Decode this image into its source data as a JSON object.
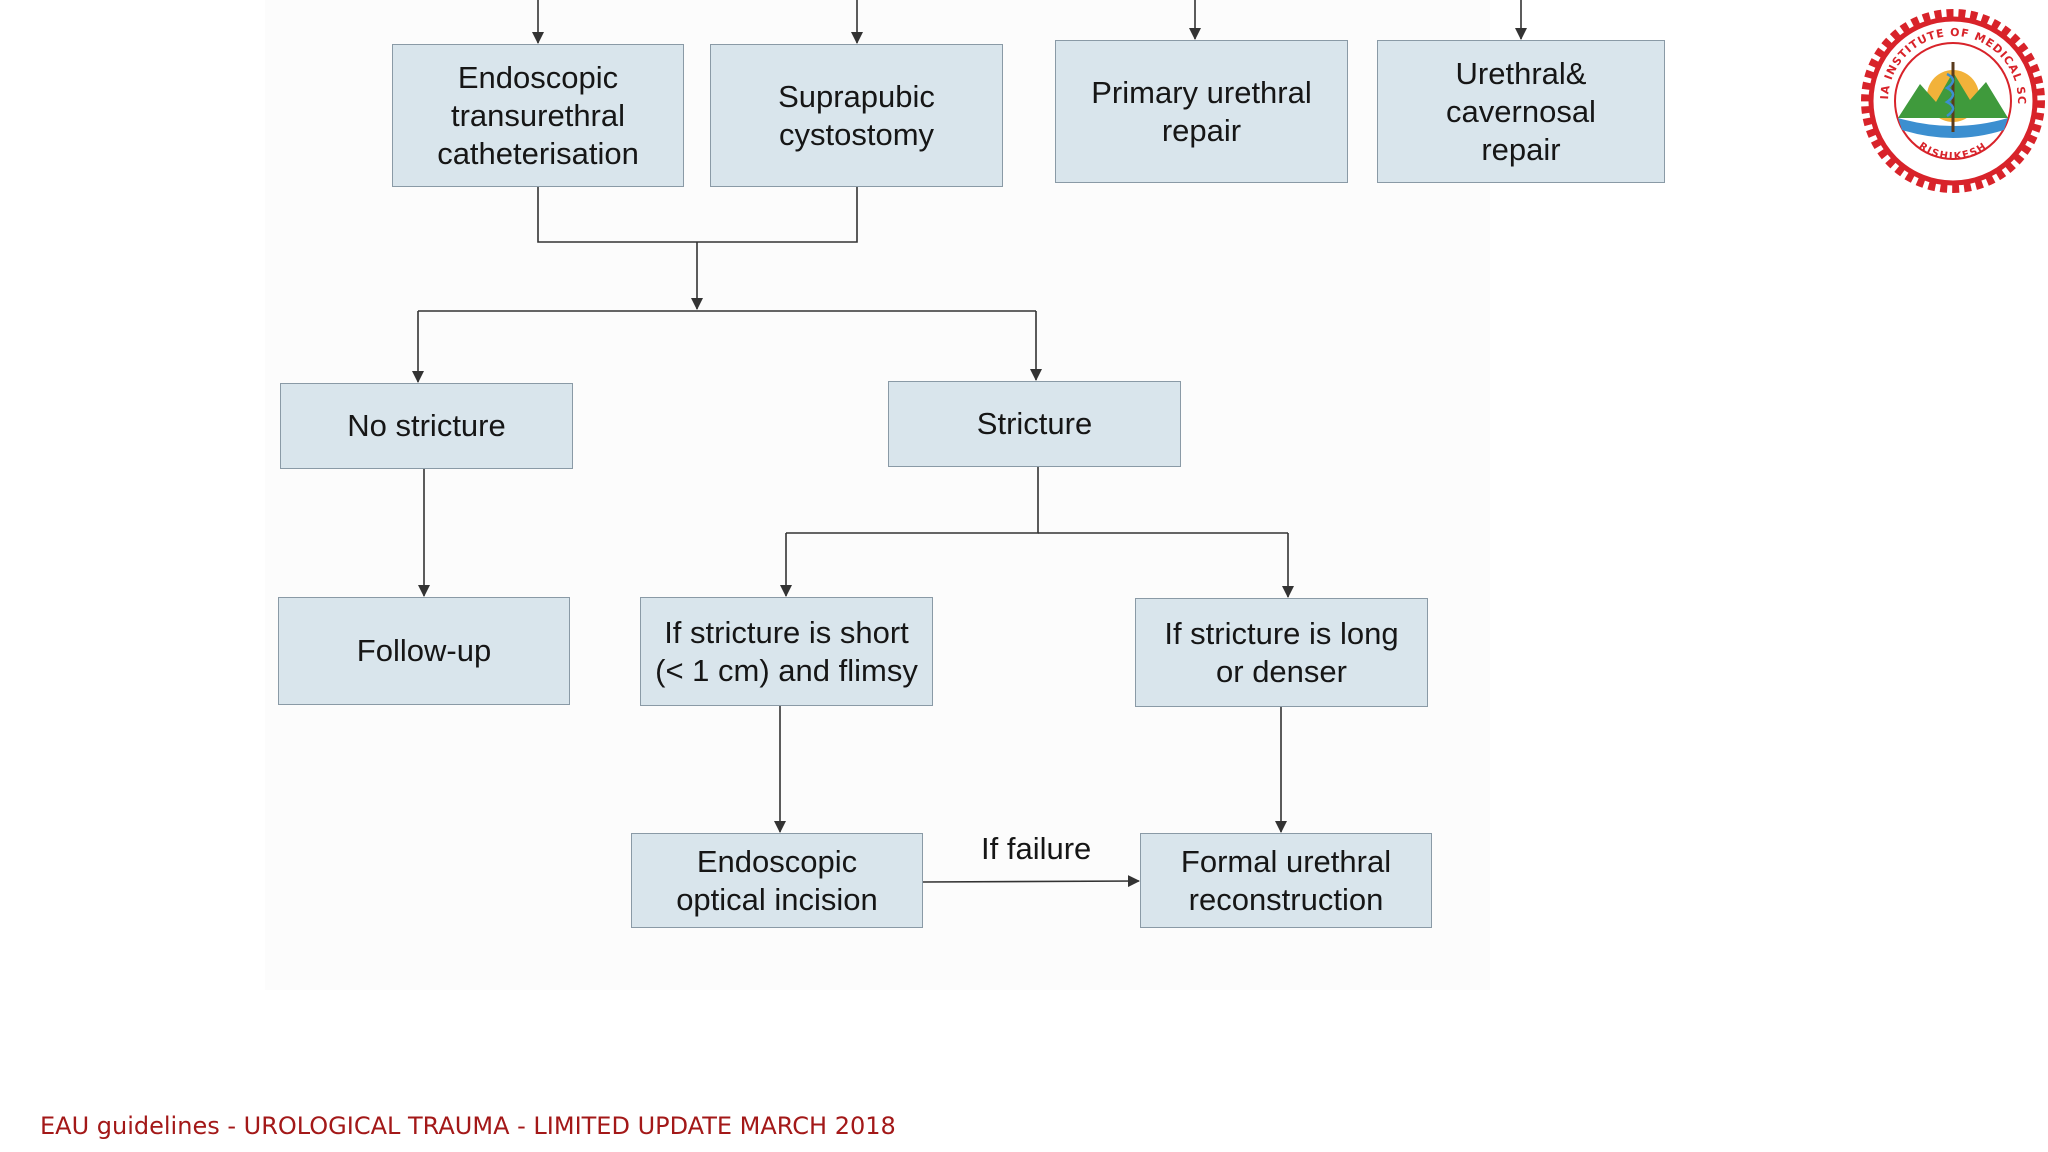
{
  "diagram": {
    "nodes": [
      {
        "id": "endoscopic-catheterisation",
        "label": "Endoscopic\ntransurethral\ncatheterisation"
      },
      {
        "id": "suprapubic-cystostomy",
        "label": "Suprapubic\ncystostomy"
      },
      {
        "id": "primary-urethral-repair",
        "label": "Primary urethral\nrepair"
      },
      {
        "id": "urethral-cavernosal-repair",
        "label": "Urethral&\ncavernosal\nrepair"
      },
      {
        "id": "no-stricture",
        "label": "No stricture"
      },
      {
        "id": "stricture",
        "label": "Stricture"
      },
      {
        "id": "follow-up",
        "label": "Follow-up"
      },
      {
        "id": "stricture-short",
        "label": "If stricture is short\n(< 1 cm) and flimsy"
      },
      {
        "id": "stricture-long",
        "label": "If stricture is long\nor denser"
      },
      {
        "id": "optical-incision",
        "label": "Endoscopic\noptical incision"
      },
      {
        "id": "formal-reconstruction",
        "label": "Formal urethral\nreconstruction"
      }
    ],
    "edges": [
      {
        "from": "endoscopic-catheterisation",
        "to": "no-stricture"
      },
      {
        "from": "endoscopic-catheterisation",
        "to": "stricture"
      },
      {
        "from": "suprapubic-cystostomy",
        "to": "no-stricture"
      },
      {
        "from": "suprapubic-cystostomy",
        "to": "stricture"
      },
      {
        "from": "no-stricture",
        "to": "follow-up"
      },
      {
        "from": "stricture",
        "to": "stricture-short"
      },
      {
        "from": "stricture",
        "to": "stricture-long"
      },
      {
        "from": "stricture-short",
        "to": "optical-incision"
      },
      {
        "from": "stricture-long",
        "to": "formal-reconstruction"
      },
      {
        "from": "optical-incision",
        "to": "formal-reconstruction",
        "label": "If failure"
      }
    ]
  },
  "footer": {
    "citation": "EAU guidelines - UROLOGICAL TRAUMA - LIMITED UPDATE MARCH 2018"
  },
  "logo": {
    "text_top": "ALL INDIA INSTITUTE OF MEDICAL SCIENCES",
    "text_bottom": "RISHIKESH",
    "colors": {
      "ring": "#d8232a",
      "mountain": "#3f9a3c",
      "sun": "#f2b23a",
      "water": "#3c8fd0"
    }
  },
  "colors": {
    "box_fill": "#d9e5ec",
    "box_border": "#8a9aa6",
    "connector": "#333333",
    "footer_text": "#a31818"
  }
}
